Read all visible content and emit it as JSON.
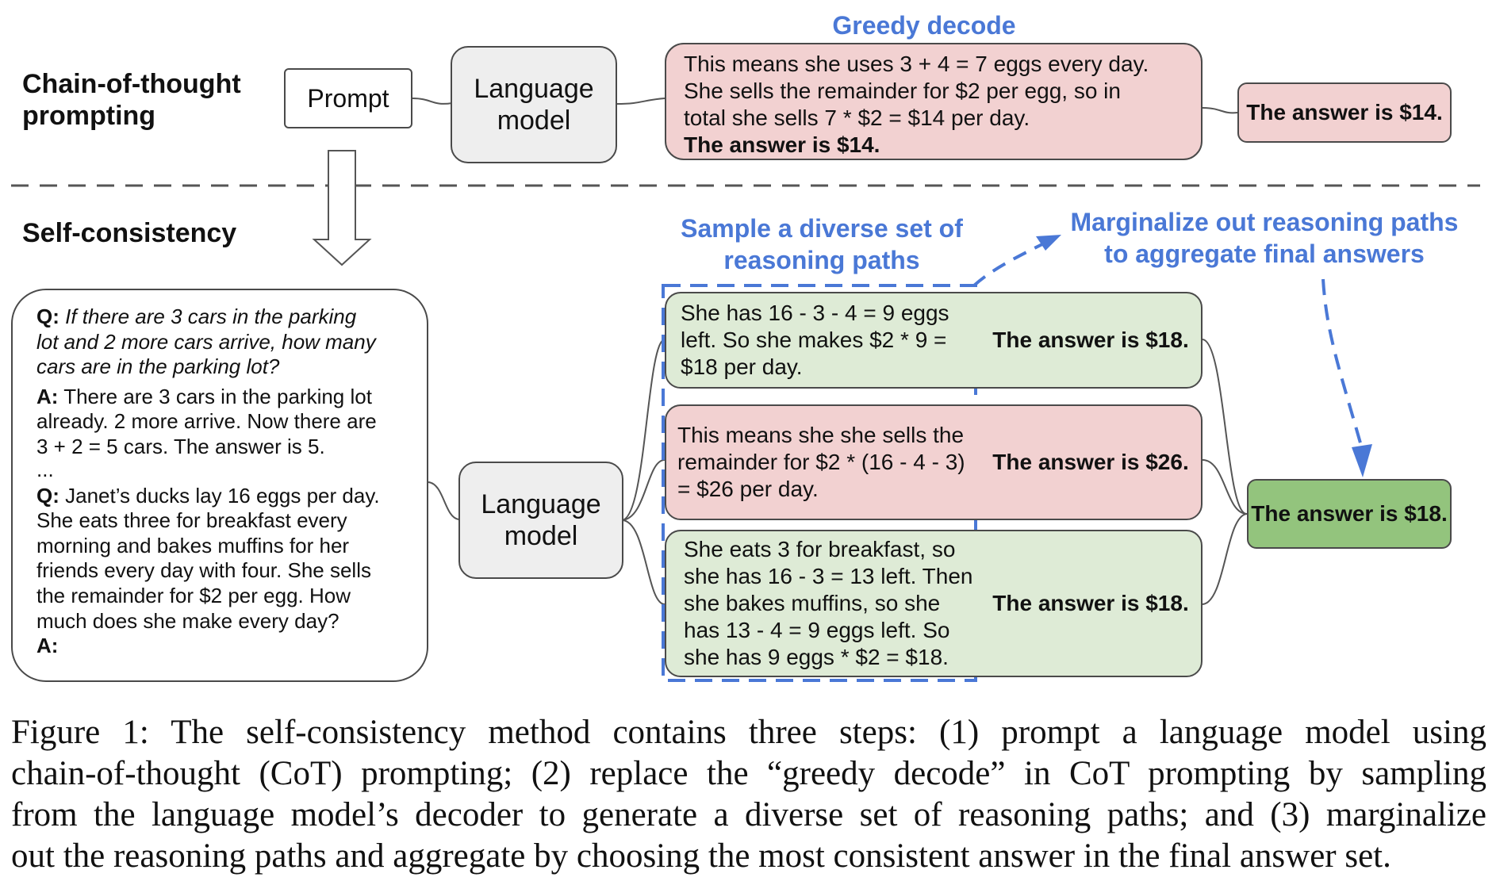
{
  "top": {
    "section_label_lines": [
      "Chain-of-thought",
      "prompting"
    ],
    "prompt_box": "Prompt",
    "lm_box_lines": [
      "Language",
      "model"
    ],
    "greedy_title": "Greedy decode",
    "greedy_lines": [
      "This means she uses 3 + 4 = 7 eggs every day.",
      "She sells the remainder for $2 per egg, so in",
      "total she sells 7 * $2 = $14 per day."
    ],
    "greedy_bold_line": "The answer is $14.",
    "answer": "The answer is $14."
  },
  "bottom": {
    "section_label": "Self-consistency",
    "sample_label_lines": [
      "Sample a diverse set of",
      "reasoning paths"
    ],
    "marginalize_label_lines": [
      "Marginalize out reasoning paths",
      "to aggregate final answers"
    ],
    "prompt_lines": [
      {
        "bold": "Q:",
        "text": " If there are 3 cars in the parking",
        "italic": true
      },
      {
        "bold": "",
        "text": "lot and 2 more cars arrive, how many",
        "italic": true
      },
      {
        "bold": "",
        "text": "cars are in the parking lot?",
        "italic": true
      },
      {
        "bold": "A:",
        "text": " There are 3 cars in the parking lot",
        "italic": false
      },
      {
        "bold": "",
        "text": "already. 2 more arrive. Now there are",
        "italic": false
      },
      {
        "bold": "",
        "text": "3 + 2 = 5 cars. The answer is 5.",
        "italic": false
      },
      {
        "bold": "",
        "text": "...",
        "italic": false
      },
      {
        "bold": "Q:",
        "text": " Janet’s ducks lay 16 eggs per day.",
        "italic": false
      },
      {
        "bold": "",
        "text": "She eats three for breakfast every",
        "italic": false
      },
      {
        "bold": "",
        "text": "morning and bakes muffins for her",
        "italic": false
      },
      {
        "bold": "",
        "text": "friends every day with four. She sells",
        "italic": false
      },
      {
        "bold": "",
        "text": "the remainder for $2 per egg. How",
        "italic": false
      },
      {
        "bold": "",
        "text": "much does she make every day?",
        "italic": false
      },
      {
        "bold": "A:",
        "text": "",
        "italic": false
      }
    ],
    "lm_box_lines": [
      "Language",
      "model"
    ],
    "paths": [
      {
        "lines": [
          "She has 16 - 3 - 4 = 9 eggs",
          "left. So she makes $2 * 9 =",
          "$18 per day."
        ],
        "answer": "The answer is $18.",
        "color": "#deebd6"
      },
      {
        "lines": [
          "This means she she sells the",
          "remainder for $2 * (16 - 4 - 3)",
          "= $26 per day."
        ],
        "answer": "The answer is $26.",
        "color": "#f2d1d1"
      },
      {
        "lines": [
          "She eats 3 for breakfast, so",
          "she has 16 - 3 = 13 left. Then",
          "she bakes muffins, so she",
          "has 13 - 4 = 9 eggs left. So",
          "she has 9 eggs * $2 = $18."
        ],
        "answer": "The answer is $18.",
        "color": "#deebd6"
      }
    ],
    "final_answer": "The answer is $18.",
    "final_color": "#93c47d"
  },
  "caption_lines": [
    "Figure 1: The self-consistency method contains three steps: (1) prompt a language model using",
    "chain-of-thought (CoT) prompting; (2) replace the “greedy decode” in CoT prompting by sampling",
    "from the language model’s decoder to generate a diverse set of reasoning paths; and (3) marginalize",
    "out the reasoning paths and aggregate by choosing the most consistent answer in the final answer set."
  ],
  "colors": {
    "accent_blue": "#4a78d6",
    "pink": "#f2d1d1",
    "light_green": "#deebd6",
    "dark_green": "#93c47d",
    "gray_box": "#eeeeee"
  }
}
